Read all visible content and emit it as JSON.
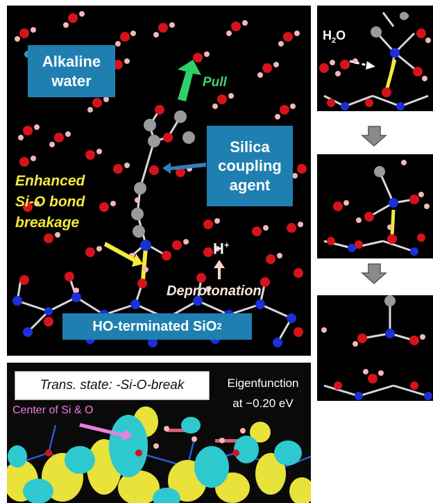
{
  "main": {
    "alkaline_water": "Alkaline\nwater",
    "pull": "Pull",
    "silica_coupling_agent": "Silica\ncoupling\nagent",
    "enhanced": "Enhanced\nSi-O bond\nbreakage",
    "h_plus_base": "H",
    "h_plus_sup": "+",
    "deprotonation": "Deprotonation",
    "surface_base": "HO-terminated SiO",
    "surface_sub": "2"
  },
  "side": {
    "h2o_base": "H",
    "h2o_sub": "2",
    "h2o_tail": "O"
  },
  "bottom": {
    "trans_state": "Trans. state: -Si-O-break",
    "eigen_line1": "Eigenfunction",
    "eigen_line2": "at −0.20 eV",
    "center_label": "Center of Si & O"
  },
  "colors": {
    "label_blue": "#1f7fb0",
    "highlight_yellow": "#f4ea3a",
    "pull_green": "#2fcf6a",
    "center_pink": "#f07de0",
    "orbital_cyan": "#2ec9cf",
    "orbital_yellow": "#e8e23a"
  }
}
